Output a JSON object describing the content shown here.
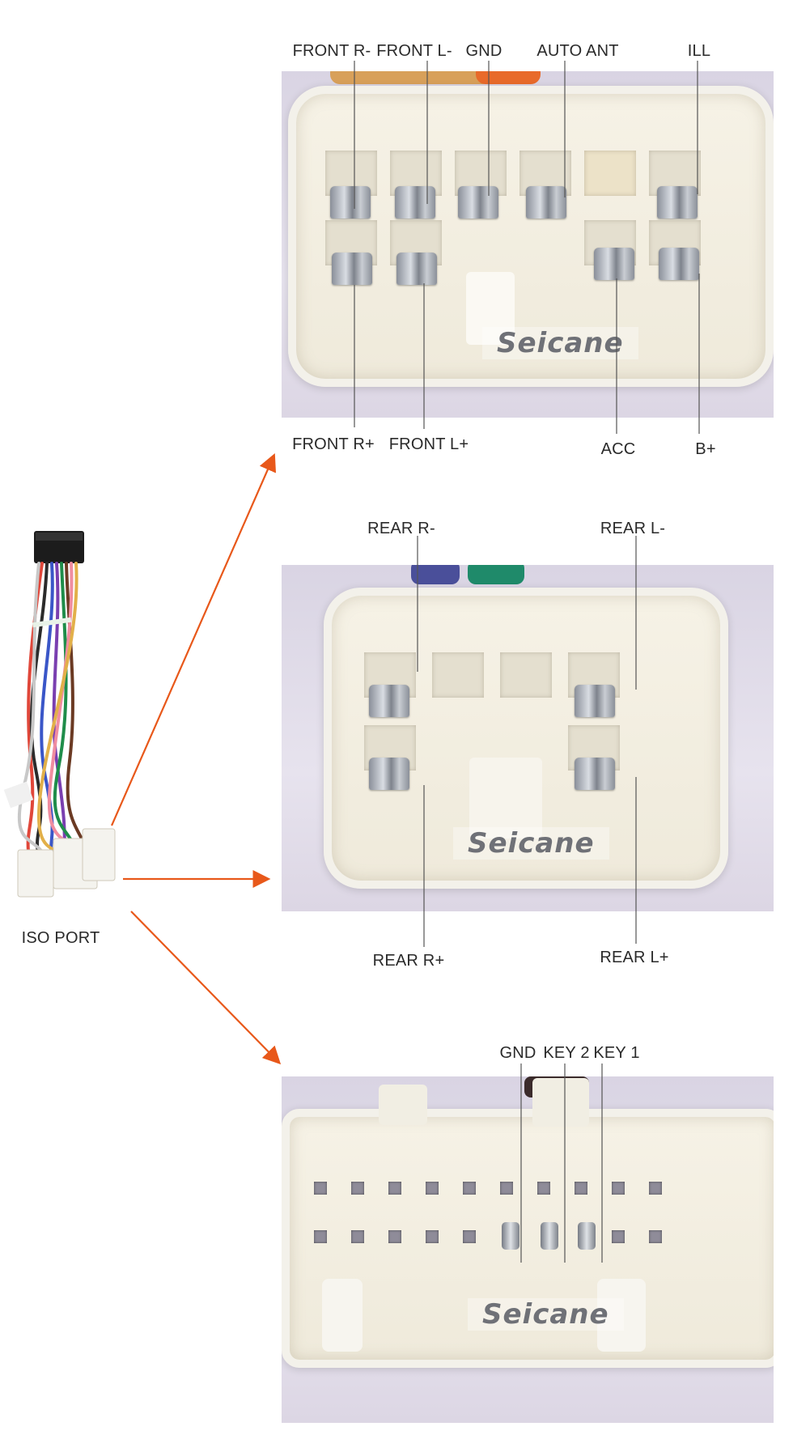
{
  "colors": {
    "arrow": "#e8581a",
    "leader": "#555555"
  },
  "brand_text": "Seicane",
  "harness": {
    "label": "ISO PORT"
  },
  "connector1": {
    "labels": {
      "front_r_minus": "FRONT R-",
      "front_l_minus": "FRONT L-",
      "gnd": "GND",
      "auto_ant": "AUTO ANT",
      "ill": "ILL",
      "front_r_plus": "FRONT R+",
      "front_l_plus": "FRONT L+",
      "acc": "ACC",
      "b_plus": "B+"
    }
  },
  "connector2": {
    "labels": {
      "rear_r_minus": "REAR R-",
      "rear_l_minus": "REAR L-",
      "rear_r_plus": "REAR R+",
      "rear_l_plus": "REAR L+"
    }
  },
  "connector3": {
    "labels": {
      "gnd": "GND",
      "key2": "KEY 2",
      "key1": "KEY 1"
    }
  }
}
